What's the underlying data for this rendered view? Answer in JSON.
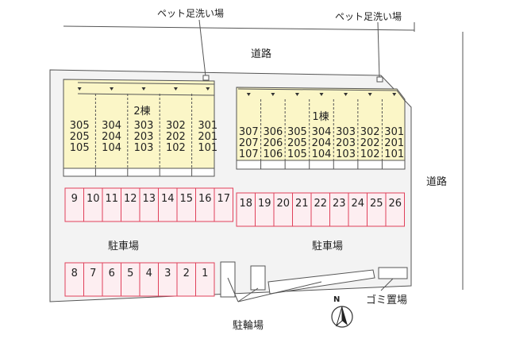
{
  "labels": {
    "pet_wash_1": "ペット足洗い場",
    "pet_wash_2": "ペット足洗い場",
    "road_top": "道路",
    "road_right": "道路",
    "parking_left": "駐車場",
    "parking_right": "駐車場",
    "bicycle_parking": "駐輪場",
    "garbage": "ゴミ置場",
    "north": "N"
  },
  "buildings": [
    {
      "name": "2棟",
      "floors": [
        [
          "305",
          "304",
          "303",
          "302",
          "301"
        ],
        [
          "205",
          "204",
          "203",
          "202",
          "201"
        ],
        [
          "105",
          "104",
          "103",
          "102",
          "101"
        ]
      ]
    },
    {
      "name": "1棟",
      "floors": [
        [
          "307",
          "306",
          "305",
          "304",
          "303",
          "302",
          "301"
        ],
        [
          "207",
          "206",
          "205",
          "204",
          "203",
          "202",
          "201"
        ],
        [
          "107",
          "106",
          "105",
          "104",
          "103",
          "102",
          "101"
        ]
      ]
    }
  ],
  "parking": {
    "row_a": [
      "9",
      "10",
      "11",
      "12",
      "13",
      "14",
      "15",
      "16",
      "17"
    ],
    "row_b": [
      "18",
      "19",
      "20",
      "21",
      "22",
      "23",
      "24",
      "25",
      "26"
    ],
    "row_c": [
      "8",
      "7",
      "6",
      "5",
      "4",
      "3",
      "2",
      "1"
    ]
  },
  "colors": {
    "building_fill": "#fbf6c7",
    "parking_stroke": "#e0405a",
    "parking_fill": "#fdeef1",
    "line": "#555555",
    "site_fill": "#f3f3f3"
  }
}
